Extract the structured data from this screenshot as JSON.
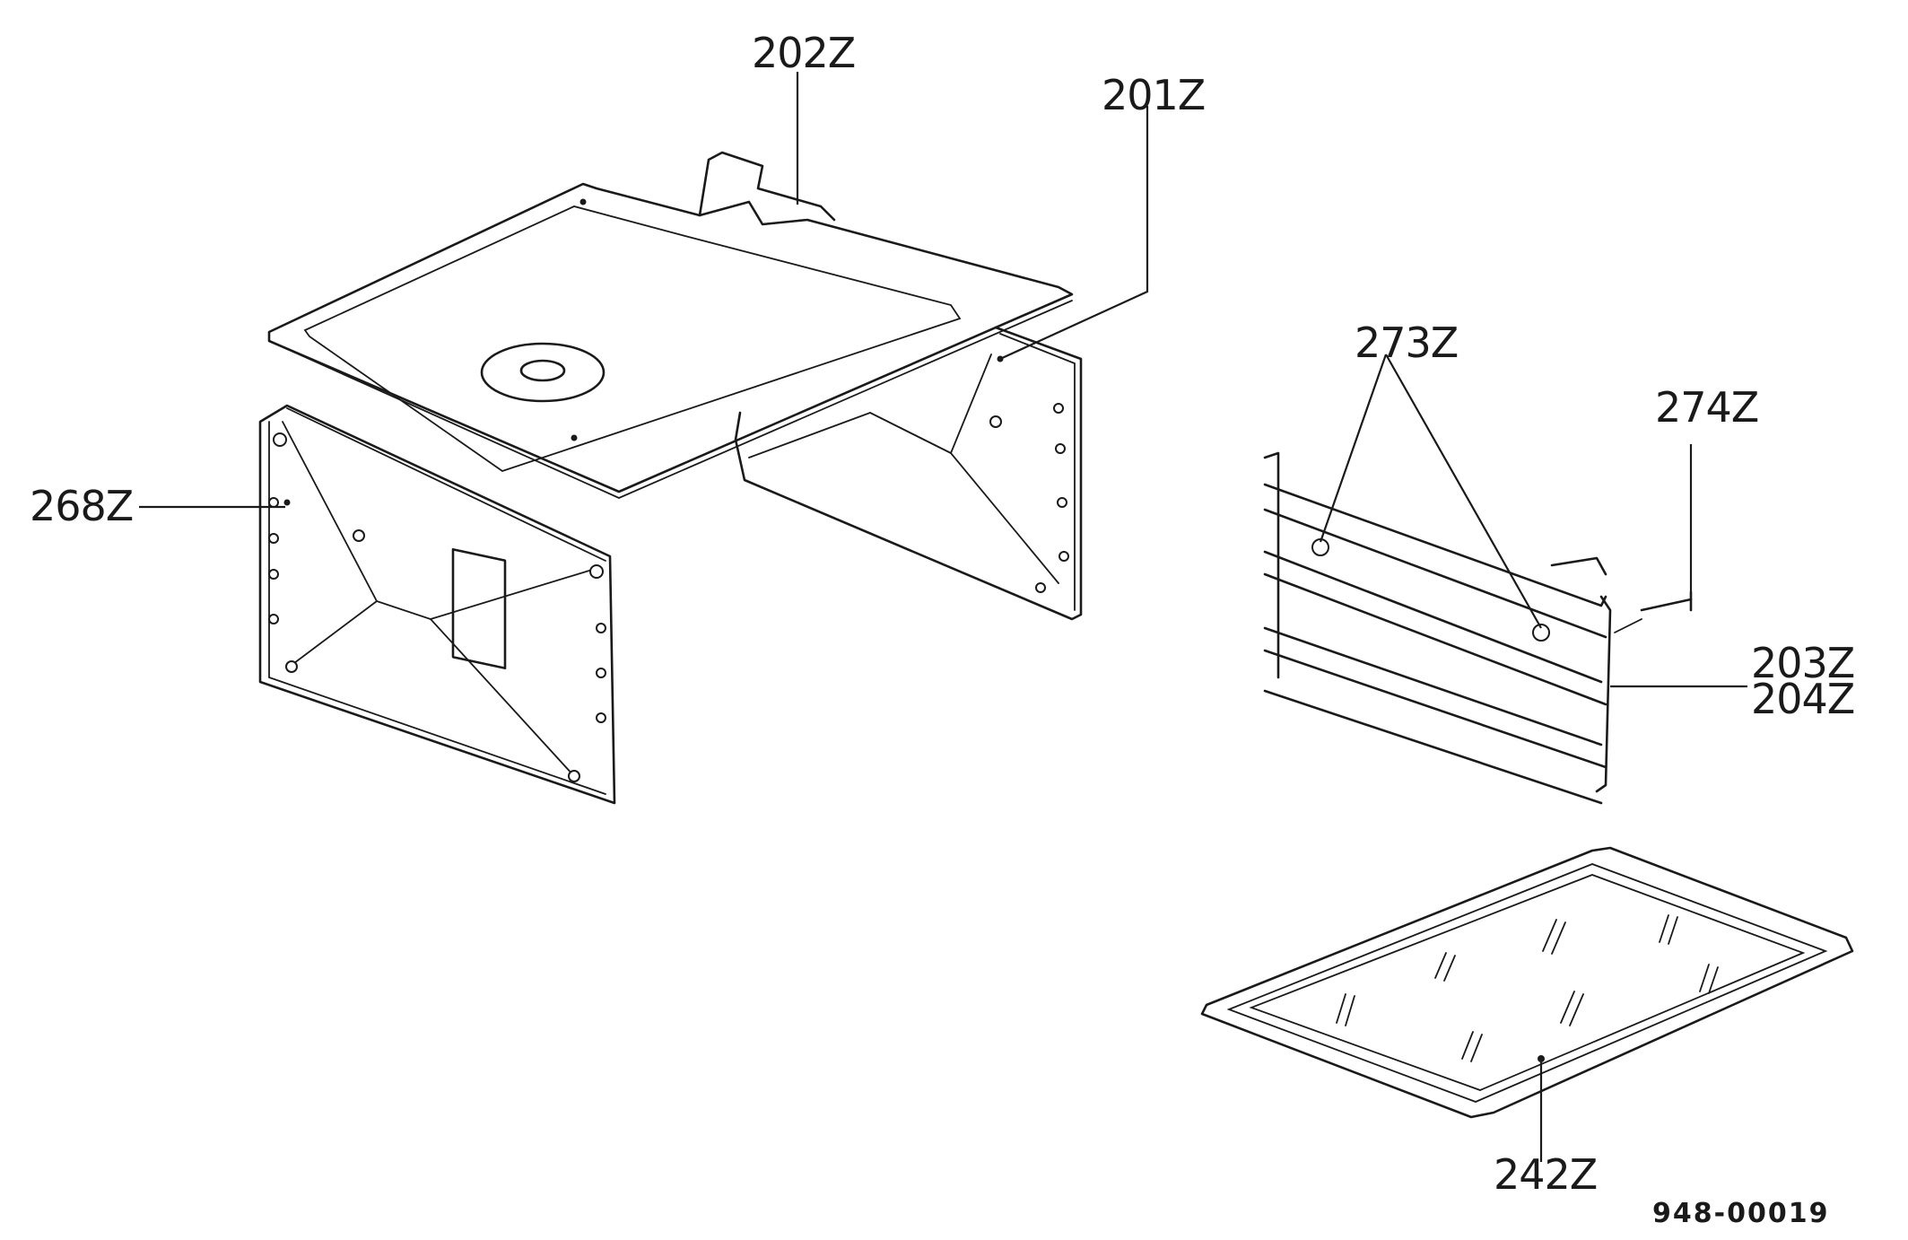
{
  "labels": {
    "p202": "202Z",
    "p201": "201Z",
    "p273": "273Z",
    "p274": "274Z",
    "p268": "268Z",
    "p203": "203Z",
    "p204": "204Z",
    "p242": "242Z"
  },
  "drawing_code": "948-00019"
}
